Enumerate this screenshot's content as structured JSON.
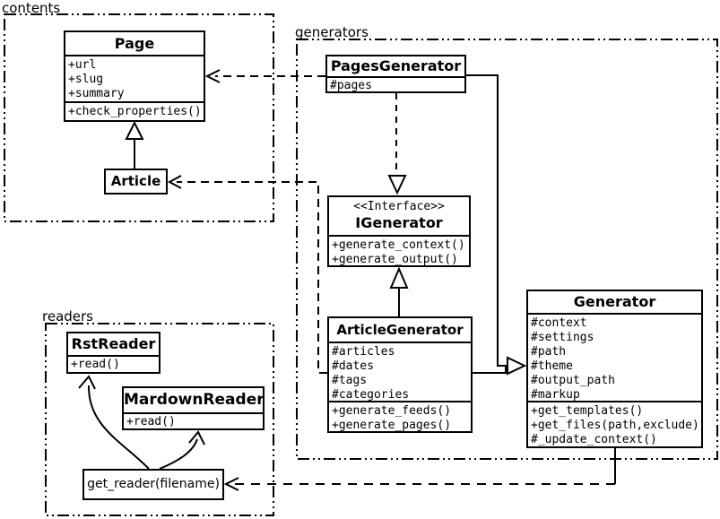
{
  "colors": {
    "stroke": "#000000",
    "background": "#ffffff"
  },
  "packages": {
    "contents": {
      "label": "contents"
    },
    "generators": {
      "label": "generators"
    },
    "readers": {
      "label": "readers"
    }
  },
  "classes": {
    "page": {
      "title": "Page",
      "attributes": [
        "+url",
        "+slug",
        "+summary"
      ],
      "methods": [
        "+check_properties()"
      ]
    },
    "article": {
      "title": "Article"
    },
    "pages_generator": {
      "title": "PagesGenerator",
      "attributes": [
        "#pages"
      ]
    },
    "igenerator": {
      "stereotype": "<<Interface>>",
      "title": "IGenerator",
      "methods": [
        "+generate_context()",
        "+generate_output()"
      ]
    },
    "article_generator": {
      "title": "ArticleGenerator",
      "attributes": [
        "#articles",
        "#dates",
        "#tags",
        "#categories"
      ],
      "methods": [
        "+generate_feeds()",
        "+generate_pages()"
      ]
    },
    "generator": {
      "title": "Generator",
      "attributes": [
        "#context",
        "#settings",
        "#path",
        "#theme",
        "#output_path",
        "#markup"
      ],
      "methods": [
        "+get_templates()",
        "+get_files(path,exclude)",
        "#_update_context()"
      ]
    },
    "rst_reader": {
      "title": "RstReader",
      "methods": [
        "+read()"
      ]
    },
    "markdown_reader": {
      "title": "MardownReader",
      "methods": [
        "+read()"
      ]
    },
    "get_reader": {
      "title": "get_reader(filename)"
    }
  },
  "relationships": [
    {
      "from": "Article",
      "to": "Page",
      "type": "inheritance-solid-hollow-triangle"
    },
    {
      "from": "PagesGenerator",
      "to": "Page",
      "type": "dependency-dashed-open-arrow"
    },
    {
      "from": "ArticleGenerator",
      "to": "Article",
      "type": "dependency-dashed-open-arrow"
    },
    {
      "from": "PagesGenerator",
      "to": "IGenerator",
      "type": "realization-dashed-hollow-triangle"
    },
    {
      "from": "ArticleGenerator",
      "to": "IGenerator",
      "type": "inheritance-solid-hollow-triangle"
    },
    {
      "from": "PagesGenerator",
      "to": "Generator",
      "type": "inheritance-solid-hollow-triangle"
    },
    {
      "from": "ArticleGenerator",
      "to": "Generator",
      "type": "inheritance-solid-hollow-triangle"
    },
    {
      "from": "Generator",
      "to": "get_reader(filename)",
      "type": "dependency-dashed-open-arrow"
    },
    {
      "from": "get_reader(filename)",
      "to": "RstReader",
      "type": "curved-solid-open-arrow"
    },
    {
      "from": "get_reader(filename)",
      "to": "MardownReader",
      "type": "curved-solid-open-arrow"
    }
  ]
}
